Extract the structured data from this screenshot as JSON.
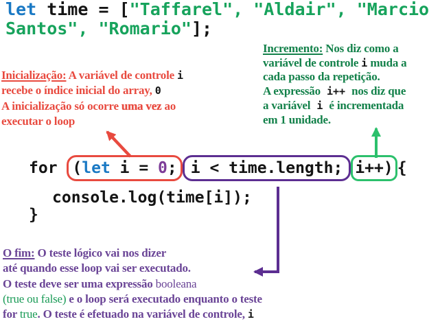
{
  "colors": {
    "keyword_blue": "#1a79c4",
    "string_green": "#17a35c",
    "number_purple": "#7d3c98",
    "init_red": "#e84a3f",
    "condition_border_purple": "#5c2e91",
    "condition_text_purple": "#6a4496",
    "increment_border_green": "#2cc06c",
    "increment_text_green": "#13814a",
    "code_black": "#141414"
  },
  "top_code": {
    "keyword": "let",
    "assign": " time = [",
    "strings1": "\"Taffarel\", \"Aldair\", \"Marcio",
    "strings2": "Santos\", \"Romario\"",
    "close": "];"
  },
  "loop_code": {
    "for_kw": "for ",
    "init_open": "(",
    "init_kw": "let",
    "init_mid": " i = ",
    "init_zero": "0",
    "init_semi": ";",
    "condition": "i < time.length;",
    "increment": "i++)",
    "open_brace": "{",
    "body": "console.log(time[i]);",
    "close_brace": "}"
  },
  "notes": {
    "inicializacao": {
      "heading": "Inicialização:",
      "line1_text": " A variável de controle ",
      "line1_code": "i",
      "line2_text": "recebe o índice inicial do array, ",
      "line2_code": "0",
      "line3_a": "A inicialização só ocorre ",
      "line3_b": "uma vez",
      "line3_c": " ao",
      "line4": "executar o loop"
    },
    "incremento": {
      "heading": "Incremento:",
      "line1_text": " Nos diz como a",
      "line2_a": "variável de controle ",
      "line2_code": "i",
      "line2_b": " muda a",
      "line3": "cada passo da repetição.",
      "line4_a": "A expressão ",
      "line4_code": "i++",
      "line4_b": " nos diz que",
      "line5_a": "a variável ",
      "line5_code": "i",
      "line5_b": " é incrementada",
      "line6": "em 1 unidade."
    },
    "o_fim": {
      "heading": "O fim:",
      "line1_text": " O teste lógico vai nos dizer",
      "line2": "até quando esse loop vai ser executado.",
      "line3_a": "O teste deve ser uma expressão ",
      "line3_b": "booleana",
      "line4_green": "(true ou false)",
      "line4_rest": " e o loop será executado enquanto o teste",
      "line5_a": "for ",
      "line5_true": "true",
      "line5_b": ". O teste é efetuado na variável de controle, ",
      "line5_code": "i"
    }
  }
}
